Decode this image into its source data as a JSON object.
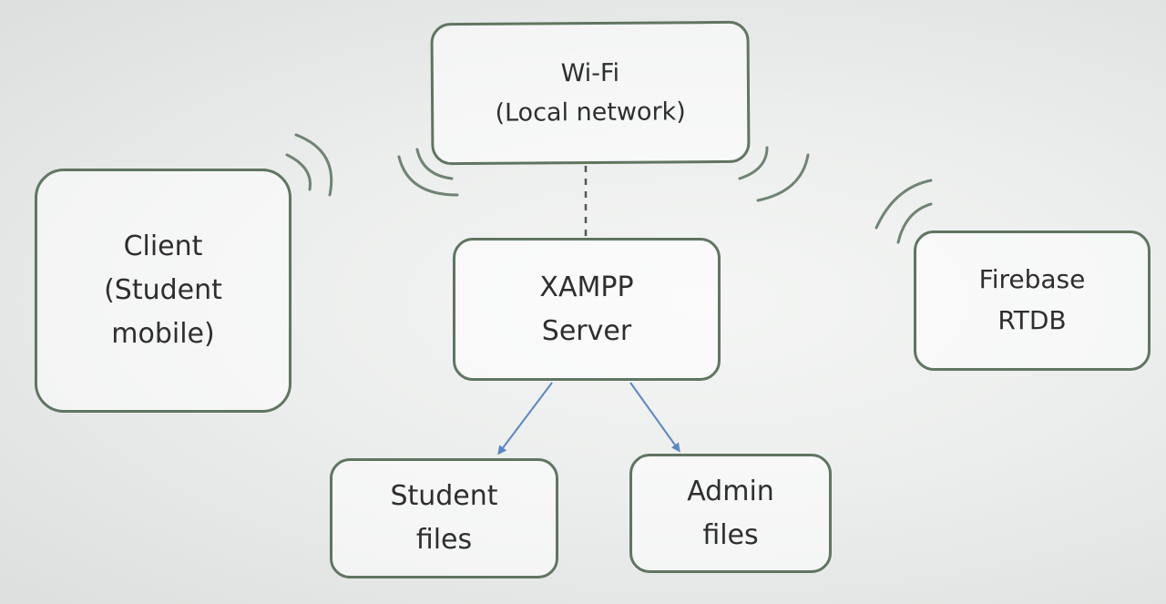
{
  "nodes": {
    "wifi": "Wi-Fi\n(Local network)",
    "client": "Client\n(Student\nmobile)",
    "xampp": "XAMPP\nServer",
    "firebase": "Firebase\nRTDB",
    "student_files": "Student\nfiles",
    "admin_files": "Admin\nfiles"
  },
  "colors": {
    "box_border": "#5f7561",
    "arrow": "#5a87c4",
    "dashed_link": "#555555",
    "signal_waves": "#6f8473"
  }
}
